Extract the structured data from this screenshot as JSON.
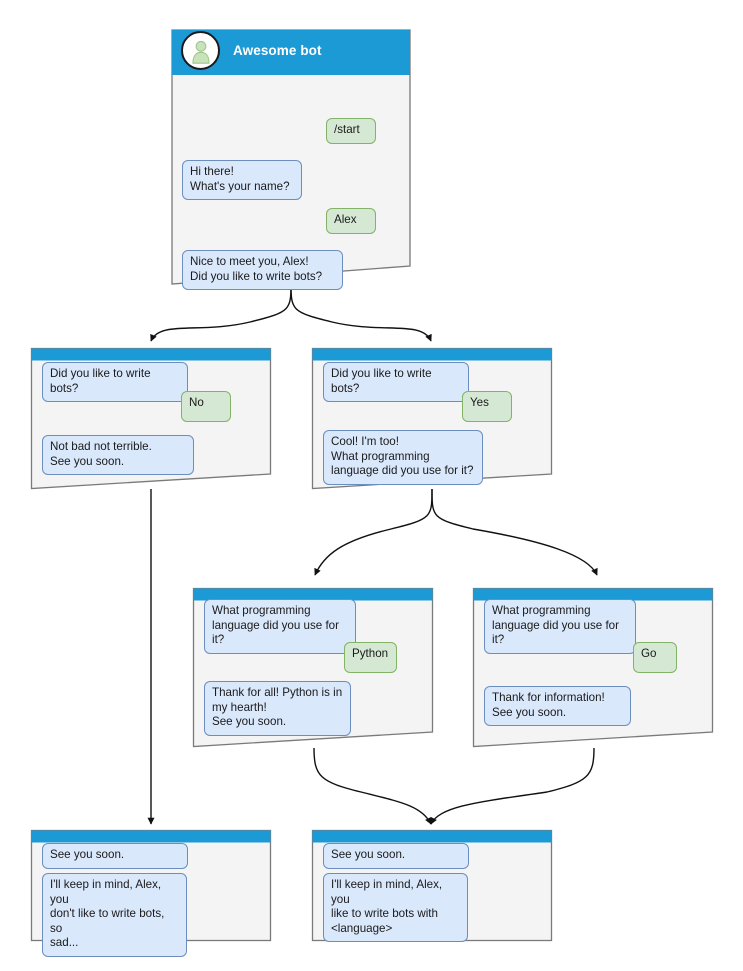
{
  "diagram": {
    "title": "Awesome bot chatbot conversation flow",
    "colors": {
      "header_blue": "#1c9ad6",
      "card_body": "#f4f4f4",
      "card_border": "#7a7a7a",
      "bot_bubble_fill": "#dae8fc",
      "bot_bubble_stroke": "#6c8ebf",
      "user_bubble_fill": "#d5e8d4",
      "user_bubble_stroke": "#82b366",
      "connector": "#111111",
      "avatar_person": "#b5d6a7",
      "page_background": "#ffffff"
    }
  },
  "cards": [
    {
      "id": "card-start",
      "header_title": "Awesome bot",
      "has_avatar": true,
      "avatar_icon": "person-avatar-icon",
      "messages": [
        {
          "role": "user",
          "text": "/start"
        },
        {
          "role": "bot",
          "text": "Hi there!\nWhat's your name?"
        },
        {
          "role": "user",
          "text": "Alex"
        },
        {
          "role": "bot",
          "text": "Nice to meet you, Alex!\nDid you like to write bots?"
        }
      ]
    },
    {
      "id": "card-answer-no",
      "header_title": "",
      "has_avatar": false,
      "messages": [
        {
          "role": "bot",
          "text": "Did you like to write bots?"
        },
        {
          "role": "user",
          "text": "No"
        },
        {
          "role": "bot",
          "text": "Not bad not terrible.\nSee you soon."
        }
      ]
    },
    {
      "id": "card-answer-yes",
      "header_title": "",
      "has_avatar": false,
      "messages": [
        {
          "role": "bot",
          "text": "Did you like to write bots?"
        },
        {
          "role": "user",
          "text": "Yes"
        },
        {
          "role": "bot",
          "text": "Cool! I'm too!\nWhat programming\nlanguage did you use for it?"
        }
      ]
    },
    {
      "id": "card-language-python",
      "header_title": "",
      "has_avatar": false,
      "messages": [
        {
          "role": "bot",
          "text": "What programming\nlanguage did you use for it?"
        },
        {
          "role": "user",
          "text": "Python"
        },
        {
          "role": "bot",
          "text": "Thank for all! Python is in\nmy hearth!\nSee you soon."
        }
      ]
    },
    {
      "id": "card-language-go",
      "header_title": "",
      "has_avatar": false,
      "messages": [
        {
          "role": "bot",
          "text": "What programming\nlanguage did you use for it?"
        },
        {
          "role": "user",
          "text": "Go"
        },
        {
          "role": "bot",
          "text": "Thank for information!\nSee you soon."
        }
      ]
    },
    {
      "id": "card-end-no",
      "header_title": "",
      "has_avatar": false,
      "messages": [
        {
          "role": "bot",
          "text": "See you soon."
        },
        {
          "role": "bot",
          "text": "I'll keep in mind, Alex, you\ndon't like to write bots, so\nsad..."
        }
      ]
    },
    {
      "id": "card-end-yes",
      "header_title": "",
      "has_avatar": false,
      "messages": [
        {
          "role": "bot",
          "text": "See you soon."
        },
        {
          "role": "bot",
          "text": "I'll keep in mind, Alex, you\nlike to write bots with\n<language>"
        }
      ]
    }
  ]
}
